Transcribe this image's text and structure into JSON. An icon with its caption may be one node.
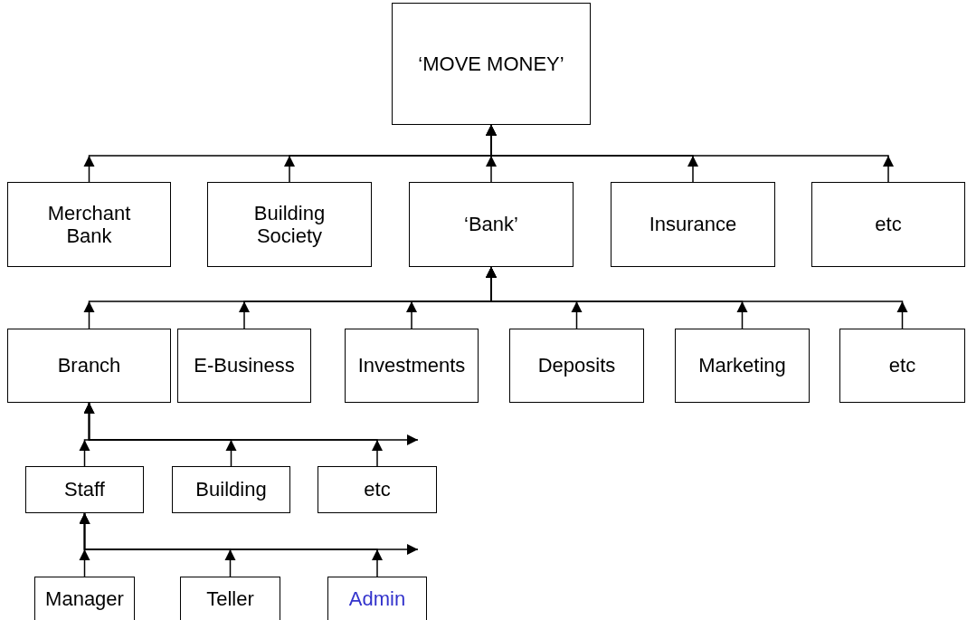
{
  "diagram": {
    "nodes": [
      {
        "text": [
          "‘MOVE MONEY’"
        ]
      },
      {
        "text": [
          "Merchant Bank"
        ]
      },
      {
        "text": [
          "Building Society"
        ]
      },
      {
        "text": [
          "‘Bank’"
        ]
      },
      {
        "text": [
          "Insurance"
        ]
      },
      {
        "text": [
          "etc"
        ]
      },
      {
        "text": [
          "Branch"
        ]
      },
      {
        "text": [
          "E-Business"
        ]
      },
      {
        "text": [
          "Investments"
        ]
      },
      {
        "text": [
          "Deposits"
        ]
      },
      {
        "text": [
          "Marketing"
        ]
      },
      {
        "text": [
          "etc"
        ]
      },
      {
        "text": [
          "Staff"
        ]
      },
      {
        "text": [
          "Building"
        ]
      },
      {
        "text": [
          "etc"
        ]
      },
      {
        "text": [
          "Manager"
        ]
      },
      {
        "text": [
          "Teller"
        ]
      },
      {
        "text": [
          "Admin"
        ]
      }
    ],
    "edges": [
      {
        "from": 1,
        "to": 0,
        "arrow": "to"
      },
      {
        "from": 2,
        "to": 0,
        "arrow": "to"
      },
      {
        "from": 3,
        "to": 0,
        "arrow": "to"
      },
      {
        "from": 4,
        "to": 0,
        "arrow": "to"
      },
      {
        "from": 5,
        "to": 0,
        "arrow": "to"
      },
      {
        "from": 6,
        "to": 3,
        "arrow": "to"
      },
      {
        "from": 7,
        "to": 3,
        "arrow": "to"
      },
      {
        "from": 8,
        "to": 3,
        "arrow": "to"
      },
      {
        "from": 9,
        "to": 3,
        "arrow": "to"
      },
      {
        "from": 10,
        "to": 3,
        "arrow": "to"
      },
      {
        "from": 11,
        "to": 3,
        "arrow": "to"
      },
      {
        "from": 12,
        "to": 6,
        "arrow": "to"
      },
      {
        "from": 13,
        "to": 6,
        "arrow": "to"
      },
      {
        "from": 14,
        "to": 6,
        "arrow": "to"
      },
      {
        "from": 15,
        "to": 12,
        "arrow": "to"
      },
      {
        "from": 16,
        "to": 12,
        "arrow": "to"
      },
      {
        "from": 17,
        "to": 12,
        "arrow": "to"
      },
      {
        "from": 6,
        "to": null,
        "arrow": "to"
      },
      {
        "from": 12,
        "to": null,
        "arrow": "to"
      }
    ]
  }
}
